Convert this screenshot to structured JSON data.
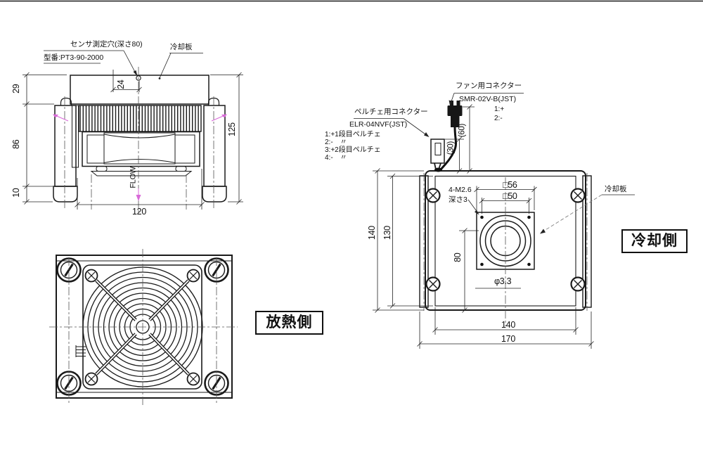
{
  "colors": {
    "line": "#1a1a1a",
    "flow_accent": "#d86ad8"
  },
  "front_view": {
    "labels": {
      "sensor_hole": "センサ測定穴(深さ80)",
      "model_no": "型番:PT3-90-2000",
      "cooling_plate": "冷却板",
      "flow": "FLOW"
    },
    "dimensions": {
      "sensor_offset": "24",
      "plate_height": "29",
      "body_height": "86",
      "foot_height": "10",
      "total_height": "125",
      "body_width": "120"
    }
  },
  "heatsink_view": {
    "title": "放熱側"
  },
  "cooling_view": {
    "title": "冷却側",
    "labels": {
      "fan_connector": "ファン用コネクター",
      "fan_connector_model": "SMR-02V-B(JST)",
      "fan_pin_1": "1:+",
      "fan_pin_2": "2:-",
      "peltier_connector": "ペルチェ用コネクター",
      "peltier_connector_model": "ELR-04NVF(JST)",
      "peltier_pin_1": "1:+1段目ペルチェ",
      "peltier_pin_2": "2:-　〃",
      "peltier_pin_3": "3:+2段目ペルチェ",
      "peltier_pin_4": "4:-　〃",
      "mounting_holes": "4-M2.6",
      "hole_depth": "深さ3",
      "square_outer": "□56",
      "square_pitch": "□50",
      "hole_dia": "φ3.3",
      "cooling_plate": "冷却板"
    },
    "dimensions": {
      "peltier_lead": "(30)",
      "fan_lead": "(60)",
      "height_outer": "140",
      "height_inner": "130",
      "hole_offset": "80",
      "width_inner": "140",
      "width_outer": "170"
    }
  }
}
